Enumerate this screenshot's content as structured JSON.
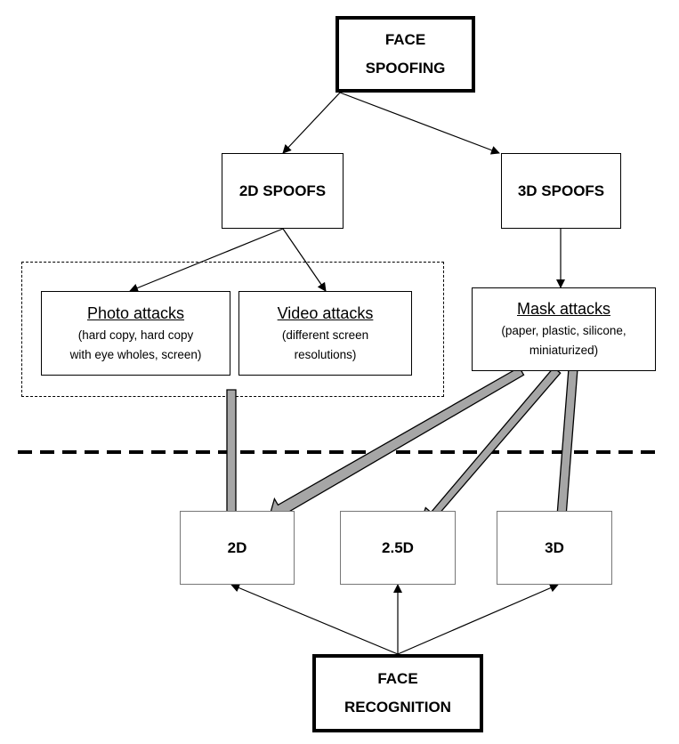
{
  "nodes": {
    "face_spoofing": "FACE\nSPOOFING",
    "spoofs_2d": "2D SPOOFS",
    "spoofs_3d": "3D SPOOFS",
    "photo": {
      "title": "Photo attacks",
      "desc": "(hard copy, hard copy\nwith eye wholes, screen)"
    },
    "video": {
      "title": "Video attacks",
      "desc": "(different screen\nresolutions)"
    },
    "mask": {
      "title": "Mask attacks",
      "desc": "(paper, plastic, silicone,\nminiaturized)"
    },
    "r2d": "2D",
    "r25d": "2.5D",
    "r3d": "3D",
    "face_recognition": "FACE\nRECOGNITION"
  },
  "edges": [
    [
      "FACE SPOOFING",
      "2D SPOOFS"
    ],
    [
      "FACE SPOOFING",
      "3D SPOOFS"
    ],
    [
      "2D SPOOFS",
      "Photo attacks"
    ],
    [
      "2D SPOOFS",
      "Video attacks"
    ],
    [
      "3D SPOOFS",
      "Mask attacks"
    ],
    [
      "Photo/Video attacks",
      "2D"
    ],
    [
      "Mask attacks",
      "2D"
    ],
    [
      "Mask attacks",
      "2.5D"
    ],
    [
      "Mask attacks",
      "3D"
    ],
    [
      "FACE RECOGNITION",
      "2D"
    ],
    [
      "FACE RECOGNITION",
      "2.5D"
    ],
    [
      "FACE RECOGNITION",
      "3D"
    ]
  ],
  "colors": {
    "line": "#000000",
    "thick_arrow_fill": "#a6a6a6"
  }
}
